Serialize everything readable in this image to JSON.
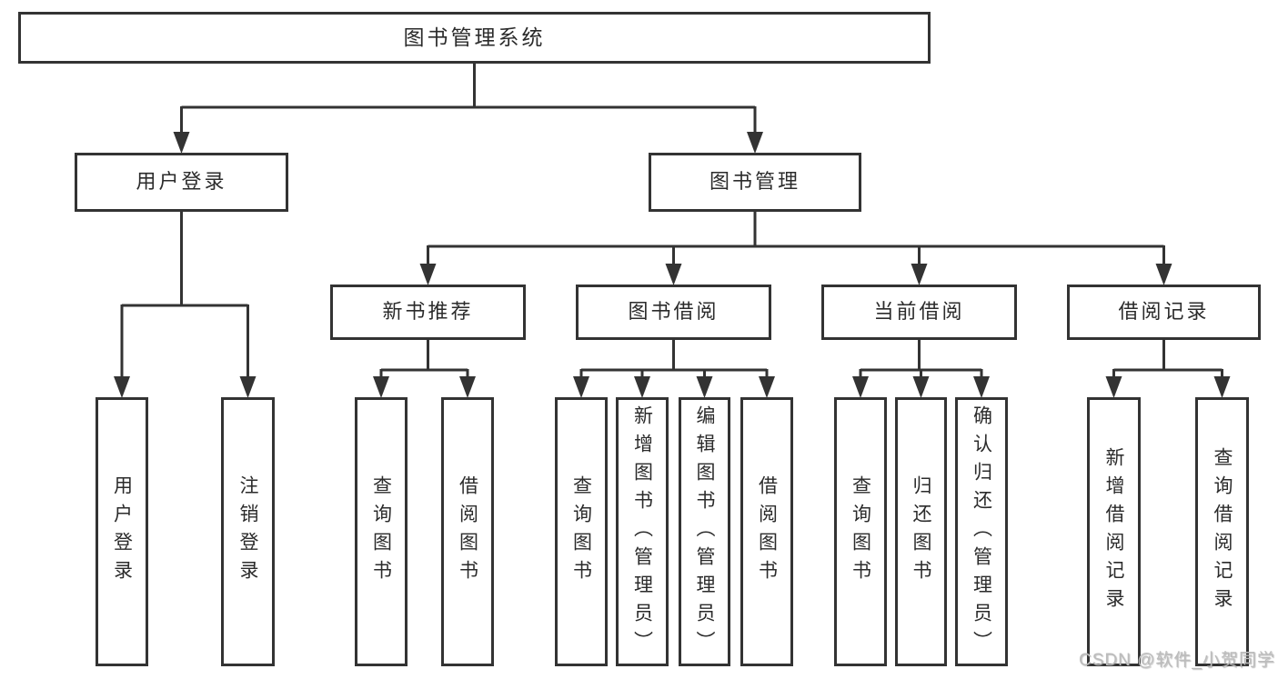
{
  "diagram": {
    "nodes": {
      "root": {
        "label": "图书管理系统"
      },
      "user_login": {
        "label": "用户登录"
      },
      "book_mgmt": {
        "label": "图书管理"
      },
      "ul_login": {
        "label": "用户登录"
      },
      "ul_logout": {
        "label": "注销登录"
      },
      "nb": {
        "label": "新书推荐"
      },
      "bb": {
        "label": "图书借阅"
      },
      "cb": {
        "label": "当前借阅"
      },
      "br": {
        "label": "借阅记录"
      },
      "nb_query": {
        "label": "查询图书"
      },
      "nb_borrow": {
        "label": "借阅图书"
      },
      "bb_query": {
        "label": "查询图书"
      },
      "bb_add": {
        "label": "新增图书（管理员）"
      },
      "bb_edit": {
        "label": "编辑图书（管理员）"
      },
      "bb_borrow": {
        "label": "借阅图书"
      },
      "cb_query": {
        "label": "查询图书"
      },
      "cb_return": {
        "label": "归还图书"
      },
      "cb_confirm": {
        "label": "确认归还（管理员）"
      },
      "br_add": {
        "label": "新增借阅记录"
      },
      "br_query": {
        "label": "查询借阅记录"
      }
    },
    "hierarchy": {
      "root": [
        "user_login",
        "book_mgmt"
      ],
      "user_login": [
        "ul_login",
        "ul_logout"
      ],
      "book_mgmt": [
        "nb",
        "bb",
        "cb",
        "br"
      ],
      "nb": [
        "nb_query",
        "nb_borrow"
      ],
      "bb": [
        "bb_query",
        "bb_add",
        "bb_edit",
        "bb_borrow"
      ],
      "cb": [
        "cb_query",
        "cb_return",
        "cb_confirm"
      ],
      "br": [
        "br_add",
        "br_query"
      ]
    },
    "colors": {
      "line": "#333333",
      "text": "#2b2b2b",
      "box_fill": "#ffffff",
      "watermark": "#bcbcbc"
    }
  },
  "watermark": {
    "text": "CSDN @软件_小贺同学"
  }
}
